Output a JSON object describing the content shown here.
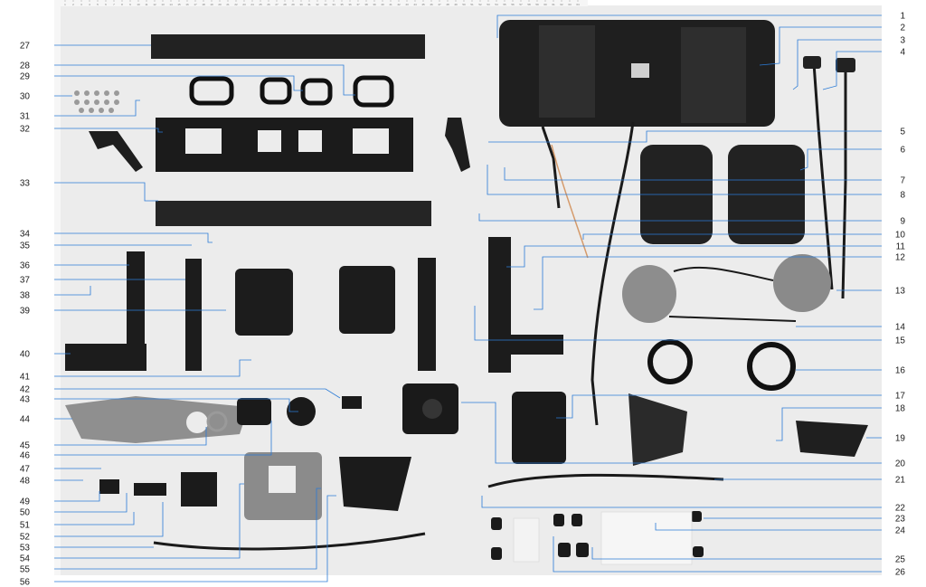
{
  "colors": {
    "leader": "#2b7bd6",
    "mat": "#ececec",
    "part_dark": "#1c1c1c",
    "part_grey": "#8a8a8a"
  },
  "ruler_ticks_top": [
    "1",
    "2",
    "3",
    "4",
    "5",
    "6",
    "7",
    "8",
    "9",
    "10",
    "11",
    "12",
    "13",
    "14",
    "15",
    "16",
    "17",
    "18",
    "19",
    "20",
    "21",
    "22",
    "23",
    "24",
    "25",
    "26",
    "27",
    "28",
    "29",
    "30",
    "31",
    "32",
    "33",
    "34",
    "35",
    "36",
    "37",
    "38",
    "39",
    "40",
    "41",
    "42",
    "43",
    "44",
    "45",
    "46",
    "47",
    "48",
    "49",
    "50",
    "51",
    "52",
    "53",
    "54",
    "55",
    "56",
    "57",
    "58",
    "59",
    "60",
    "61",
    "62",
    "63",
    "64"
  ],
  "callouts_left": [
    "27",
    "28",
    "29",
    "30",
    "31",
    "32",
    "33",
    "34",
    "35",
    "36",
    "37",
    "38",
    "39",
    "40",
    "41",
    "42",
    "43",
    "44",
    "45",
    "46",
    "47",
    "48",
    "49",
    "50",
    "51",
    "52",
    "53",
    "54",
    "55",
    "56"
  ],
  "callouts_right": [
    "1",
    "2",
    "3",
    "4",
    "5",
    "6",
    "7",
    "8",
    "9",
    "10",
    "11",
    "12",
    "13",
    "14",
    "15",
    "16",
    "17",
    "18",
    "19",
    "20",
    "21",
    "22",
    "23",
    "24",
    "25",
    "26"
  ]
}
